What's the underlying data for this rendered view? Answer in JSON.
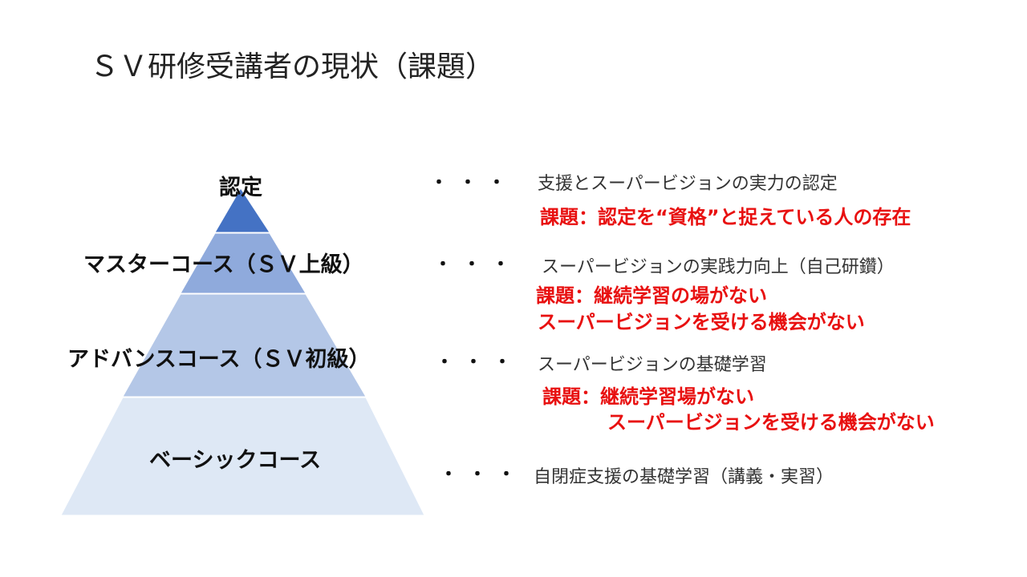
{
  "title": "ＳＶ研修受講者の現状（課題）",
  "colors": {
    "tier1": "#4472C4",
    "tier2": "#8FAADC",
    "tier3": "#B4C7E7",
    "tier4": "#DEE8F5",
    "issue": "#E81010"
  },
  "dots": "・・・",
  "tiers": [
    {
      "label": "認定",
      "desc": "支援とスーパービジョンの実力の認定",
      "issue": [
        "課題：認定を“資格”と捉えている人の存在"
      ]
    },
    {
      "label": "マスターコース（ＳＶ上級）",
      "desc": "スーパービジョンの実践力向上（自己研鑽）",
      "issue": [
        "課題：継続学習の場がない",
        "スーパービジョンを受ける機会がない"
      ]
    },
    {
      "label": "アドバンスコース（ＳＶ初級）",
      "desc": "スーパービジョンの基礎学習",
      "issue": [
        "課題：継続学習場がない",
        "スーパービジョンを受ける機会がない"
      ]
    },
    {
      "label": "ベーシックコース",
      "desc": "自閉症支援の基礎学習（講義・実習）"
    }
  ]
}
